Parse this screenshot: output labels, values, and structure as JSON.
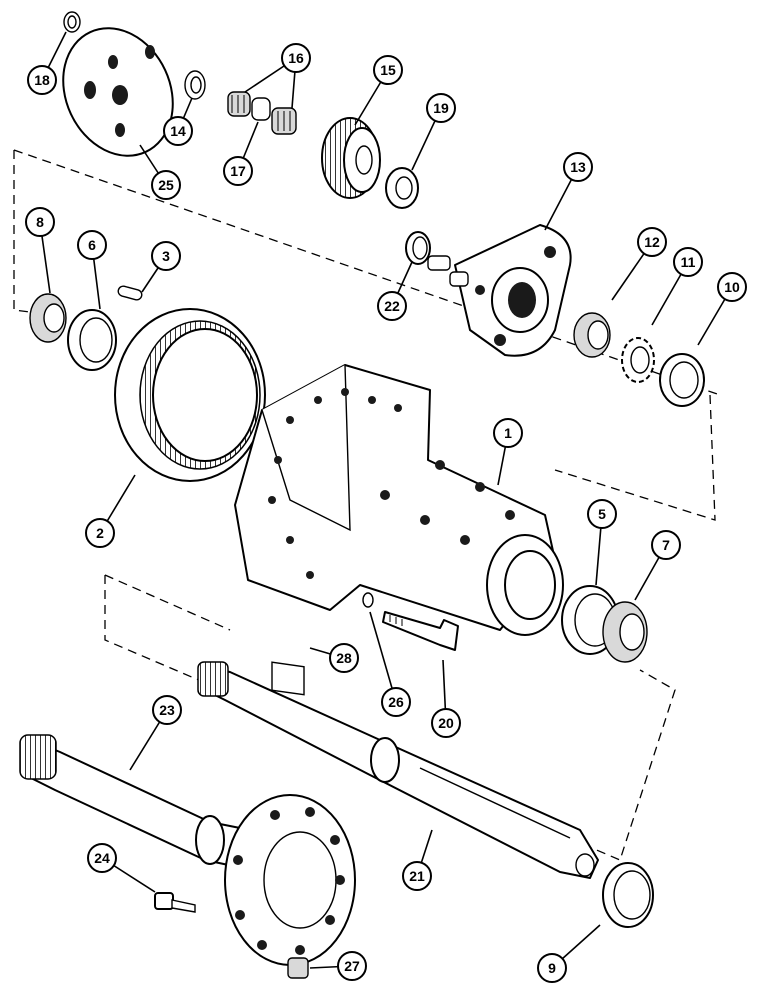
{
  "callouts": [
    {
      "id": "c1",
      "text": "1"
    },
    {
      "id": "c2",
      "text": "2"
    },
    {
      "id": "c3",
      "text": "3"
    },
    {
      "id": "c5",
      "text": "5"
    },
    {
      "id": "c6",
      "text": "6"
    },
    {
      "id": "c7",
      "text": "7"
    },
    {
      "id": "c8",
      "text": "8"
    },
    {
      "id": "c9",
      "text": "9"
    },
    {
      "id": "c10",
      "text": "10"
    },
    {
      "id": "c11",
      "text": "11"
    },
    {
      "id": "c12",
      "text": "12"
    },
    {
      "id": "c13",
      "text": "13"
    },
    {
      "id": "c14",
      "text": "14"
    },
    {
      "id": "c15",
      "text": "15"
    },
    {
      "id": "c16",
      "text": "16"
    },
    {
      "id": "c17",
      "text": "17"
    },
    {
      "id": "c18",
      "text": "18"
    },
    {
      "id": "c19",
      "text": "19"
    },
    {
      "id": "c20",
      "text": "20"
    },
    {
      "id": "c21",
      "text": "21"
    },
    {
      "id": "c22",
      "text": "22"
    },
    {
      "id": "c23",
      "text": "23"
    },
    {
      "id": "c24",
      "text": "24"
    },
    {
      "id": "c25",
      "text": "25"
    },
    {
      "id": "c26",
      "text": "26"
    },
    {
      "id": "c27",
      "text": "27"
    },
    {
      "id": "c28",
      "text": "28"
    }
  ]
}
